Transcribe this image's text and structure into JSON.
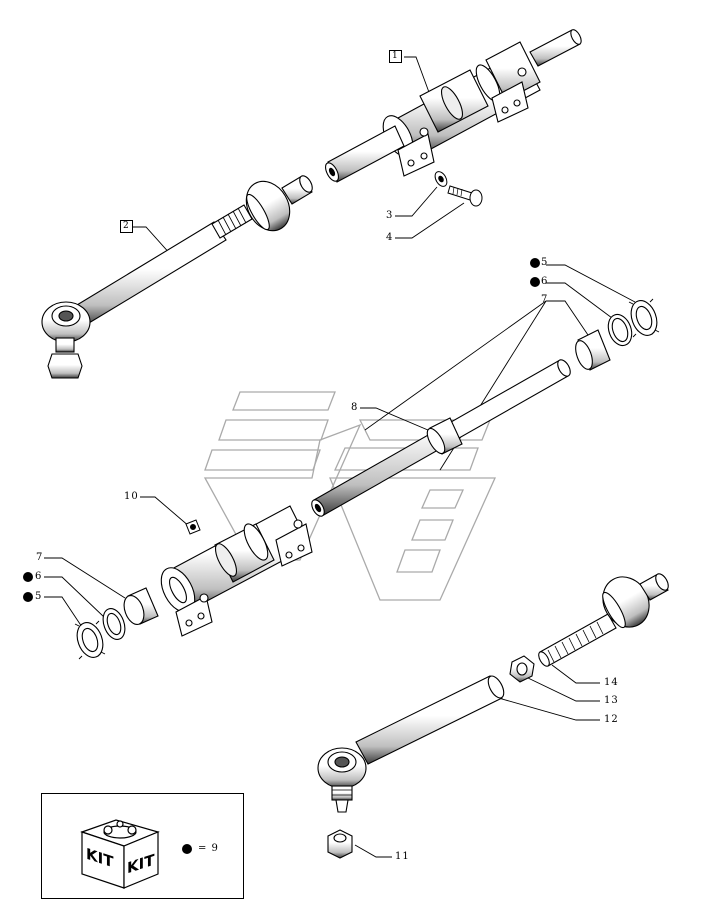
{
  "callouts": {
    "c1": "1",
    "c2": "2",
    "c3": "3",
    "c4": "4",
    "c5a": "5",
    "c6a": "6",
    "c7a": "7",
    "c8": "8",
    "c10": "10",
    "c7b": "7",
    "c6b": "6",
    "c5b": "5",
    "c14": "14",
    "c13": "13",
    "c12": "12",
    "c11": "11"
  },
  "kit": {
    "label_left": "KIT",
    "label_right": "KIT",
    "legend_text": "= 9"
  }
}
